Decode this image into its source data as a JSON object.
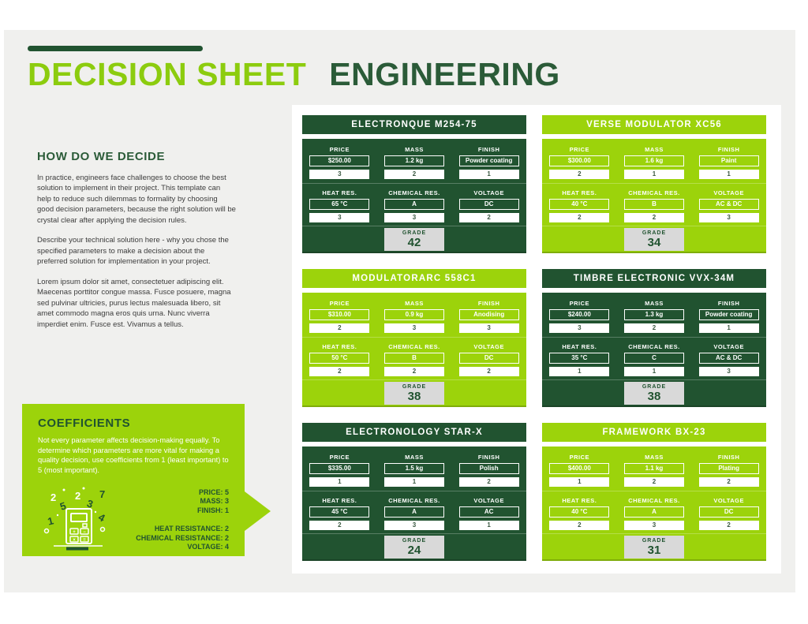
{
  "page": {
    "title_primary": "DECISION SHEET",
    "title_secondary": "ENGINEERING"
  },
  "intro": {
    "heading": "HOW DO WE DECIDE",
    "paragraphs": [
      "In practice, engineers face challenges to choose the best solution to implement in their project. This template can help to reduce such dilemmas to formality by choosing good decision parameters, because the right solution will be crystal clear after applying the decision rules.",
      "Describe your technical solution here - why you chose the specified parameters to make a decision about the preferred solution for implementation in your project.",
      "Lorem ipsum dolor sit amet, consectetuer adipiscing elit. Maecenas porttitor congue massa. Fusce posuere, magna sed pulvinar ultricies, purus lectus malesuada libero, sit amet commodo magna eros quis urna. Nunc viverra imperdiet enim. Fusce est. Vivamus a tellus."
    ]
  },
  "coefficients": {
    "heading": "COEFFICIENTS",
    "description": "Not every parameter affects decision-making equally. To determine which parameters are more vital for making a quality decision, use coefficients from 1 (least important) to 5 (most important).",
    "icon": "calculator-icon",
    "items": [
      {
        "label": "PRICE",
        "value": "5"
      },
      {
        "label": "MASS",
        "value": "3"
      },
      {
        "label": "FINISH",
        "value": "1"
      },
      {
        "label": "HEAT RESISTANCE",
        "value": "2"
      },
      {
        "label": "CHEMICAL RESISTANCE",
        "value": "2"
      },
      {
        "label": "VOLTAGE",
        "value": "4"
      }
    ]
  },
  "labels": {
    "grade": "GRADE"
  },
  "cards": [
    {
      "name": "ELECTRONQUE M254-75",
      "theme": "dark",
      "grade": "42",
      "params": [
        {
          "label": "PRICE",
          "value": "$250.00",
          "score": "3"
        },
        {
          "label": "MASS",
          "value": "1.2 kg",
          "score": "2"
        },
        {
          "label": "FINISH",
          "value": "Powder coating",
          "score": "1"
        },
        {
          "label": "HEAT RES.",
          "value": "65 °C",
          "score": "3"
        },
        {
          "label": "CHEMICAL RES.",
          "value": "A",
          "score": "3"
        },
        {
          "label": "VOLTAGE",
          "value": "DC",
          "score": "2"
        }
      ]
    },
    {
      "name": "VERSE MODULATOR XC56",
      "theme": "light",
      "grade": "34",
      "params": [
        {
          "label": "PRICE",
          "value": "$300.00",
          "score": "2"
        },
        {
          "label": "MASS",
          "value": "1.6 kg",
          "score": "1"
        },
        {
          "label": "FINISH",
          "value": "Paint",
          "score": "1"
        },
        {
          "label": "HEAT RES.",
          "value": "40 °C",
          "score": "2"
        },
        {
          "label": "CHEMICAL RES.",
          "value": "B",
          "score": "2"
        },
        {
          "label": "VOLTAGE",
          "value": "AC & DC",
          "score": "3"
        }
      ]
    },
    {
      "name": "MODULATORARC 558C1",
      "theme": "light",
      "grade": "38",
      "params": [
        {
          "label": "PRICE",
          "value": "$310.00",
          "score": "2"
        },
        {
          "label": "MASS",
          "value": "0.9 kg",
          "score": "3"
        },
        {
          "label": "FINISH",
          "value": "Anodising",
          "score": "3"
        },
        {
          "label": "HEAT RES.",
          "value": "50 °C",
          "score": "2"
        },
        {
          "label": "CHEMICAL RES.",
          "value": "B",
          "score": "2"
        },
        {
          "label": "VOLTAGE",
          "value": "DC",
          "score": "2"
        }
      ]
    },
    {
      "name": "TIMBRE ELECTRONIC VVX-34M",
      "theme": "dark",
      "grade": "38",
      "params": [
        {
          "label": "PRICE",
          "value": "$240.00",
          "score": "3"
        },
        {
          "label": "MASS",
          "value": "1.3 kg",
          "score": "2"
        },
        {
          "label": "FINISH",
          "value": "Powder coating",
          "score": "1"
        },
        {
          "label": "HEAT RES.",
          "value": "35 °C",
          "score": "1"
        },
        {
          "label": "CHEMICAL RES.",
          "value": "C",
          "score": "1"
        },
        {
          "label": "VOLTAGE",
          "value": "AC & DC",
          "score": "3"
        }
      ]
    },
    {
      "name": "ELECTRONOLOGY STAR-X",
      "theme": "dark",
      "grade": "24",
      "params": [
        {
          "label": "PRICE",
          "value": "$335.00",
          "score": "1"
        },
        {
          "label": "MASS",
          "value": "1.5 kg",
          "score": "1"
        },
        {
          "label": "FINISH",
          "value": "Polish",
          "score": "2"
        },
        {
          "label": "HEAT RES.",
          "value": "45 °C",
          "score": "2"
        },
        {
          "label": "CHEMICAL RES.",
          "value": "A",
          "score": "3"
        },
        {
          "label": "VOLTAGE",
          "value": "AC",
          "score": "1"
        }
      ]
    },
    {
      "name": "FRAMEWORK BX-23",
      "theme": "light",
      "grade": "31",
      "params": [
        {
          "label": "PRICE",
          "value": "$400.00",
          "score": "1"
        },
        {
          "label": "MASS",
          "value": "1.1 kg",
          "score": "2"
        },
        {
          "label": "FINISH",
          "value": "Plating",
          "score": "2"
        },
        {
          "label": "HEAT RES.",
          "value": "40 °C",
          "score": "2"
        },
        {
          "label": "CHEMICAL RES.",
          "value": "A",
          "score": "3"
        },
        {
          "label": "VOLTAGE",
          "value": "DC",
          "score": "2"
        }
      ]
    }
  ],
  "colors": {
    "lime": "#9CD30B",
    "title_lime": "#8CCC0E",
    "dark_green": "#215330",
    "grade_gray": "#D9D9D9",
    "slide_background": "#F0F0EE"
  }
}
